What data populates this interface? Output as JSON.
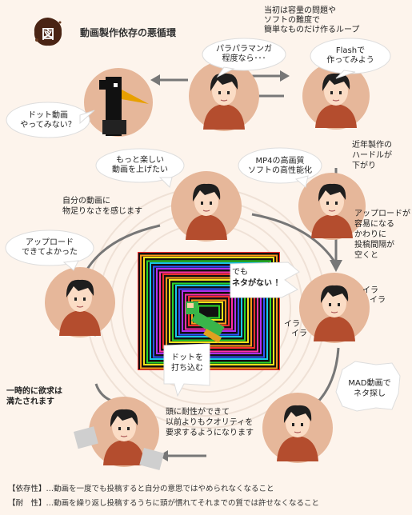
{
  "header": {
    "badge": "図",
    "title": "動画製作依存の悪循環"
  },
  "notes": {
    "top_right": [
      "当初は容量の問題や",
      "ソフトの難度で",
      "簡単なものだけ作るループ"
    ],
    "hurdle": [
      "近年製作の",
      "ハードルが",
      "下がり"
    ],
    "upload_easy": [
      "アップロードが",
      "容易になる",
      "かわりに",
      "投稿間隔が",
      "空くと"
    ],
    "unsatisfied": [
      "自分の動画に",
      "物足りなさを感じます"
    ],
    "satisfied": [
      "一時的に欲求は",
      "満たされます"
    ],
    "tolerance": [
      "頭に耐性ができて",
      "以前よりもクオリティを",
      "要求するようになります"
    ],
    "irritation_1": [
      "イラ",
      "イラ"
    ],
    "irritation_2": [
      "イラ",
      "イラ"
    ]
  },
  "bubbles": {
    "parapara": [
      "パラパラマンガ",
      "程度なら･･･"
    ],
    "flash": [
      "Flashで",
      "作ってみよう"
    ],
    "dot_anim": [
      "ドット動画",
      "やってみない？"
    ],
    "more_fun": [
      "もっと楽しい",
      "動画を上げたい"
    ],
    "mp4": [
      "MP4の高画質",
      "ソフトの高性能化"
    ],
    "upload_done": [
      "アップロード",
      "できてよかった"
    ],
    "no_material": [
      "でも",
      "ネタがない ！"
    ],
    "dot_focus": [
      "ドットを",
      "打ち込む"
    ],
    "mad": [
      "MAD動画で",
      "ネタ探し"
    ]
  },
  "legend": [
    {
      "tag": "【依存性】",
      "text": "…動画を一度でも投稿すると自分の意思ではやめられなくなること"
    },
    {
      "tag": "【耐　性】",
      "text": "…動画を繰り返し投稿するうちに頭が慣れてそれまでの質では許せなくなること"
    }
  ],
  "colors": {
    "circle": "#e6b79a",
    "shirt": "#b44d2e",
    "hair": "#1e1e1e",
    "skin": "#fbdcc5",
    "arrow": "#555555",
    "badge": "#4a2414"
  }
}
